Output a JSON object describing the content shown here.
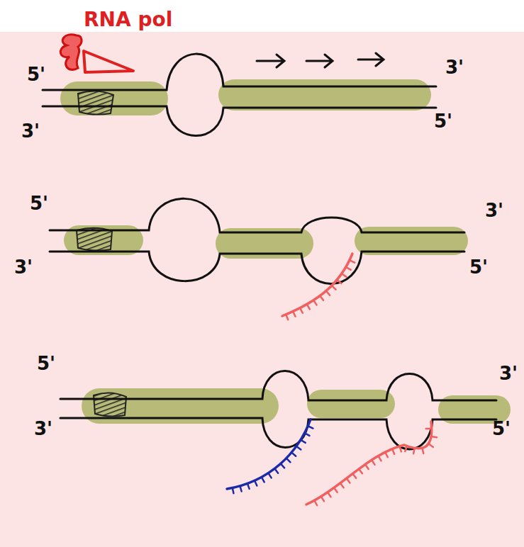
{
  "diagram": {
    "labels": [
      "RNA pol",
      "5'",
      "3'",
      "3'",
      "5'",
      "5'",
      "3'",
      "3'",
      "5'",
      "5'",
      "3'",
      "3'",
      "5'"
    ]
  }
}
